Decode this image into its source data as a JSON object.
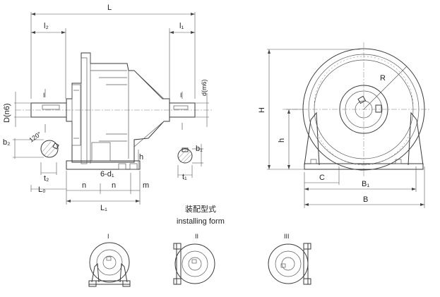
{
  "front_view": {
    "dims": {
      "L": "L",
      "l2": "l₂",
      "l1": "l₁",
      "D": "D(n6)",
      "d": "d(m6)",
      "b2": "b₂",
      "b1": "b₁",
      "t2": "t₂",
      "t1": "t₁",
      "L0": "L₀",
      "n": "n",
      "n2": "n",
      "holes": "6-d₁",
      "m": "m",
      "h": "h",
      "L1": "L₁",
      "angle": "120°",
      "mark_left": "I",
      "mark_right": "I"
    }
  },
  "side_view": {
    "dims": {
      "R": "R",
      "H": "H",
      "h": "h",
      "C": "C",
      "B1": "B₁",
      "B": "B"
    }
  },
  "installing": {
    "title_cn": "装配型式",
    "title_en": "installing form",
    "forms": [
      "I",
      "II",
      "III"
    ]
  }
}
